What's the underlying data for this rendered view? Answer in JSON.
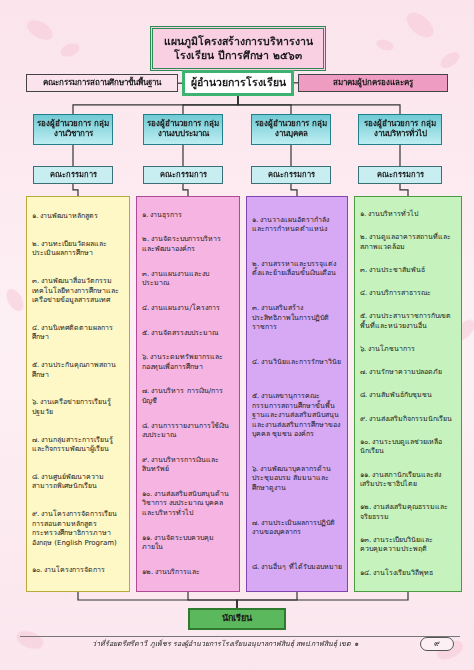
{
  "diagram": {
    "nodes": [
      {
        "text": [
          "แผนภูมิโครงสร้างการบริหารงานโรงเรียน ปีการศึกษา ๒๕๖๓"
        ]
      },
      {
        "text": [
          "คณะกรรมการสถานศึกษาขั้นพื้นฐาน"
        ]
      },
      {
        "text": [
          "ผู้อำนวยการโรงเรียน"
        ]
      },
      {
        "text": [
          "สมาคมผู้ปกครองและครู"
        ]
      },
      {
        "text": [
          "รองผู้อำนวยการ กลุ่มงานวิชาการ"
        ]
      },
      {
        "text": [
          "รองผู้อำนวยการ กลุ่มงานงบประมาณ"
        ]
      },
      {
        "text": [
          "รองผู้อำนวยการ กลุ่มงานบุคคล"
        ]
      },
      {
        "text": [
          "รองผู้อำนวยการ กลุ่มงานบริหารทั่วไป"
        ]
      },
      {
        "text": [
          "คณะกรรมการ"
        ]
      },
      {
        "text": [
          "คณะกรรมการ"
        ]
      },
      {
        "text": [
          "คณะกรรมการ"
        ]
      },
      {
        "text": [
          "คณะกรรมการ"
        ]
      },
      {
        "text": [
          "๑. งานพัฒนาหลักสูตร",
          "๒. งานทะเบียนวัดผลและประเมินผลการศึกษา",
          "๓. งานพัฒนาสื่อนวัตกรรมเทคโนโลยีทางการศึกษาและเครือข่ายข้อมูลสารสนเทศ",
          "๔. งานนิเทศติดตามผลการศึกษา",
          "๕. งานประกันคุณภาพสถานศึกษา",
          "๖. งานเครือข่ายการเรียนรู้ปฐมวัย",
          "๗. งานกลุ่มสาระการเรียนรู้และกิจกรรมพัฒนาผู้เรียน",
          "๘. งานศูนย์พัฒนาความสามารถพิเศษนักเรียน",
          "๙. งานโครงการจัดการเรียนการสอนตามหลักสูตรกระทรวงศึกษาธิการภาษาอังกฤษ (English Program)",
          "๑๐. งานโครงการจัดการ"
        ]
      },
      {
        "text": [
          "๑. งานธุรการ",
          "๒. งานจัดระบบการบริหารและพัฒนาองค์กร",
          "๓. งานแผนงานและงบประมาณ",
          "๔. งานแผนงาน/โครงการ",
          "๕. งานจัดสรรงบประมาณ",
          "๖. งานระดมทรัพยากรและกองทุนเพื่อการศึกษา",
          "๗. งานบริหาร การเงิน/การบัญชี",
          "๘. งานการรายงานการใช้เงินงบประมาณ",
          "๙. งานบริหารการเงินและสินทรัพย์",
          "๑๐. งานส่งเสริมสนับสนุนด้านวิชาการ งบประมาณ บุคคล และบริหารทั่วไป",
          "๑๑. งานจัดระบบควบคุมภายใน",
          "๑๒. งานบริการและ"
        ]
      },
      {
        "text": [
          "๑. งานวางแผนอัตรากำลังและการกำหนดตำแหน่ง",
          "๒. งานสรรหาและบรรจุแต่งตั้งและย้ายเลื่อนขั้นเงินเดือน",
          "๓. งานเสริมสร้างประสิทธิภาพในการปฏิบัติราชการ",
          "๔. งานวินัยและการรักษาวินัย",
          "๕. งานเลขานุการคณะกรรมการสถานศึกษาขั้นพื้นฐานและงานส่งเสริมสนับสนุนและงานส่งเสริมการศึกษาของบุคคล ชุมชน องค์กร",
          "๖. งานพัฒนาบุคลากรด้านประชุมอบรม สัมมนาและศึกษาดูงาน",
          "๗. งานประเมินผลการปฏิบัติงานของบุคลากร",
          "๘. งานอื่นๆ ที่ได้รับมอบหมาย"
        ]
      },
      {
        "text": [
          "๑. งานบริหารทั่วไป",
          "๒. งานดูแลอาคารสถานที่และสภาพแวดล้อม",
          "๓. งานประชาสัมพันธ์",
          "๔. งานบริการสาธารณะ",
          "๕. งานประสานราชการกับเขตพื้นที่และหน่วยงานอื่น",
          "๖. งานโภชนาการ",
          "๗. งานรักษาความปลอดภัย",
          "๘. งานสัมพันธ์กับชุมชน",
          "๙. งานส่งเสริมกิจกรรมนักเรียน",
          "๑๐. งานระบบดูแลช่วยเหลือนักเรียน",
          "๑๑. งานสภานักเรียนและส่งเสริมประชาธิปไตย",
          "๑๒. งานส่งเสริมคุณธรรมและจริยธรรม",
          "๑๓. งานระเบียบวินัยและควบคุมความประพฤติ",
          "๑๔. งานโรงเรียนวิถีพุทธ"
        ]
      },
      {
        "text": [
          "นักเรียน"
        ]
      },
      {
        "text": [
          "๙"
        ]
      }
    ],
    "edges": [
      {
        "from": 1,
        "to": 2,
        "arrow": "none"
      },
      {
        "from": 2,
        "to": 3,
        "arrow": "none"
      },
      {
        "from": 2,
        "to": 4,
        "arrow": "none"
      },
      {
        "from": 2,
        "to": 5,
        "arrow": "none"
      },
      {
        "from": 2,
        "to": 6,
        "arrow": "none"
      },
      {
        "from": 2,
        "to": 7,
        "arrow": "none"
      },
      {
        "from": 4,
        "to": 8,
        "arrow": "none"
      },
      {
        "from": 5,
        "to": 9,
        "arrow": "none"
      },
      {
        "from": 6,
        "to": 10,
        "arrow": "none"
      },
      {
        "from": 7,
        "to": 11,
        "arrow": "none"
      },
      {
        "from": 8,
        "to": 12,
        "arrow": "none"
      },
      {
        "from": 9,
        "to": 13,
        "arrow": "none"
      },
      {
        "from": 10,
        "to": 14,
        "arrow": "none"
      },
      {
        "from": 11,
        "to": 15,
        "arrow": "none"
      },
      {
        "from": 12,
        "to": 16,
        "arrow": "none"
      },
      {
        "from": 13,
        "to": 16,
        "arrow": "none"
      },
      {
        "from": 14,
        "to": 16,
        "arrow": "none"
      },
      {
        "from": 15,
        "to": 16,
        "arrow": "none"
      }
    ],
    "labels": [
      "ว่าที่ร้อยตรีศรีคาวี ภูเพ็ชร รองผู้อำนวยการโรงเรียนอนุบาลกาฬสินธุ์ สพป.กาฬสินธุ์ เขต ๑"
    ]
  }
}
